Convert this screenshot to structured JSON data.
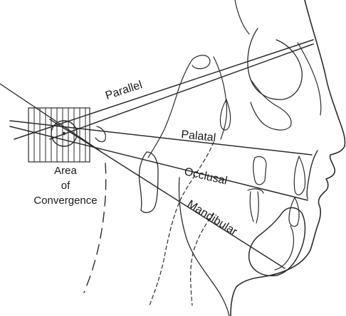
{
  "diagram": {
    "line_labels": {
      "parallel": "Parallel",
      "palatal": "Palatal",
      "occlusal": "Occlusal",
      "mandibular": "Mandibular"
    },
    "area_label": [
      "Area",
      "of",
      "Convergence"
    ],
    "colors": {
      "ink": "#2b2b2b",
      "background": "#ffffff"
    }
  }
}
